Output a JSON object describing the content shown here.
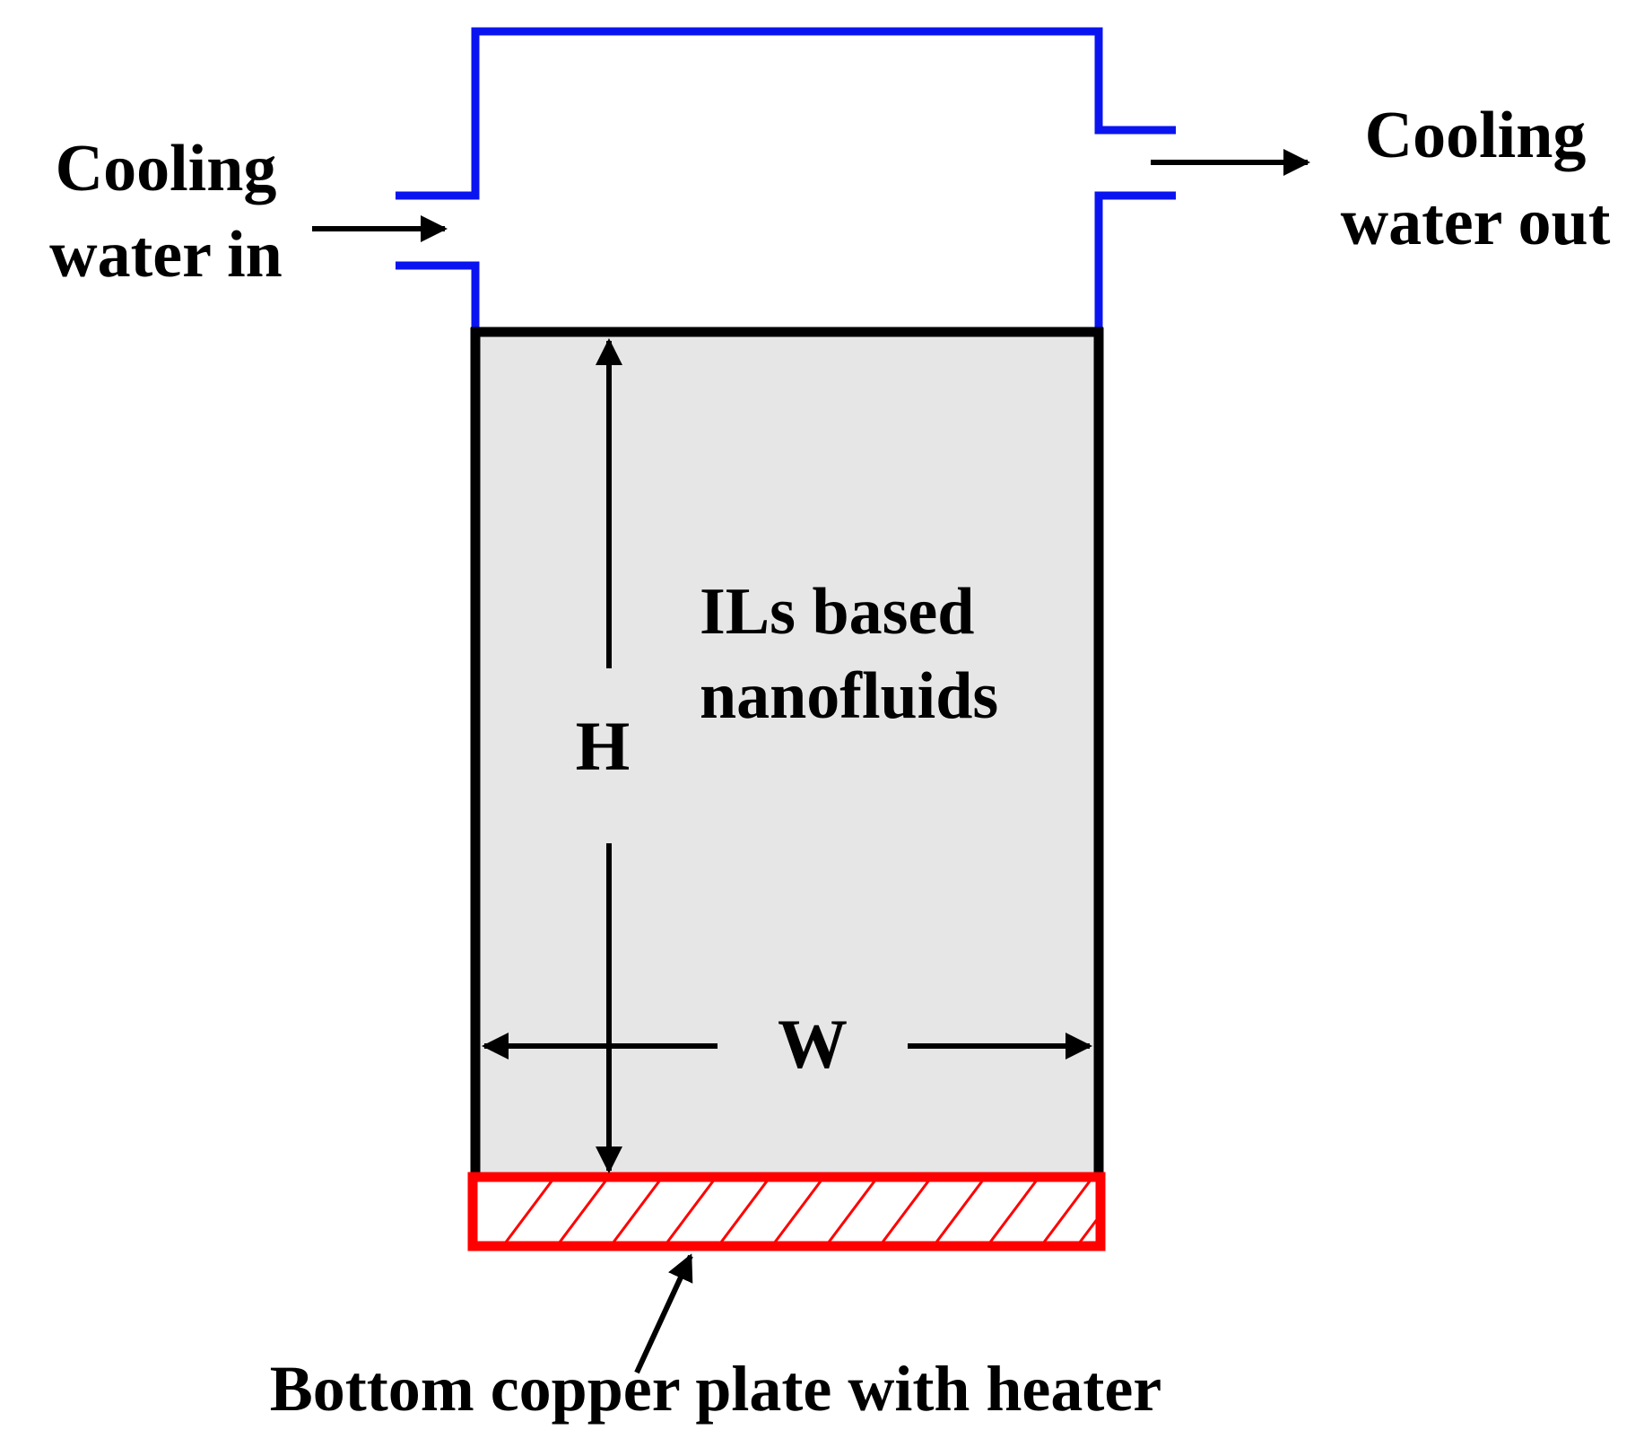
{
  "labels": {
    "inlet_line1": "Cooling",
    "inlet_line2": "water in",
    "outlet_line1": "Cooling",
    "outlet_line2": "water out",
    "fluid_line1": "ILs based",
    "fluid_line2": "nanofluids",
    "height_symbol": "H",
    "width_symbol": "W",
    "heater_caption": "Bottom copper plate with heater"
  },
  "colors": {
    "cooling_jacket": "#0a14f0",
    "cavity_wall": "#000000",
    "cavity_fill": "#e6e6e6",
    "heater_plate": "#ff0000",
    "background": "#ffffff"
  }
}
